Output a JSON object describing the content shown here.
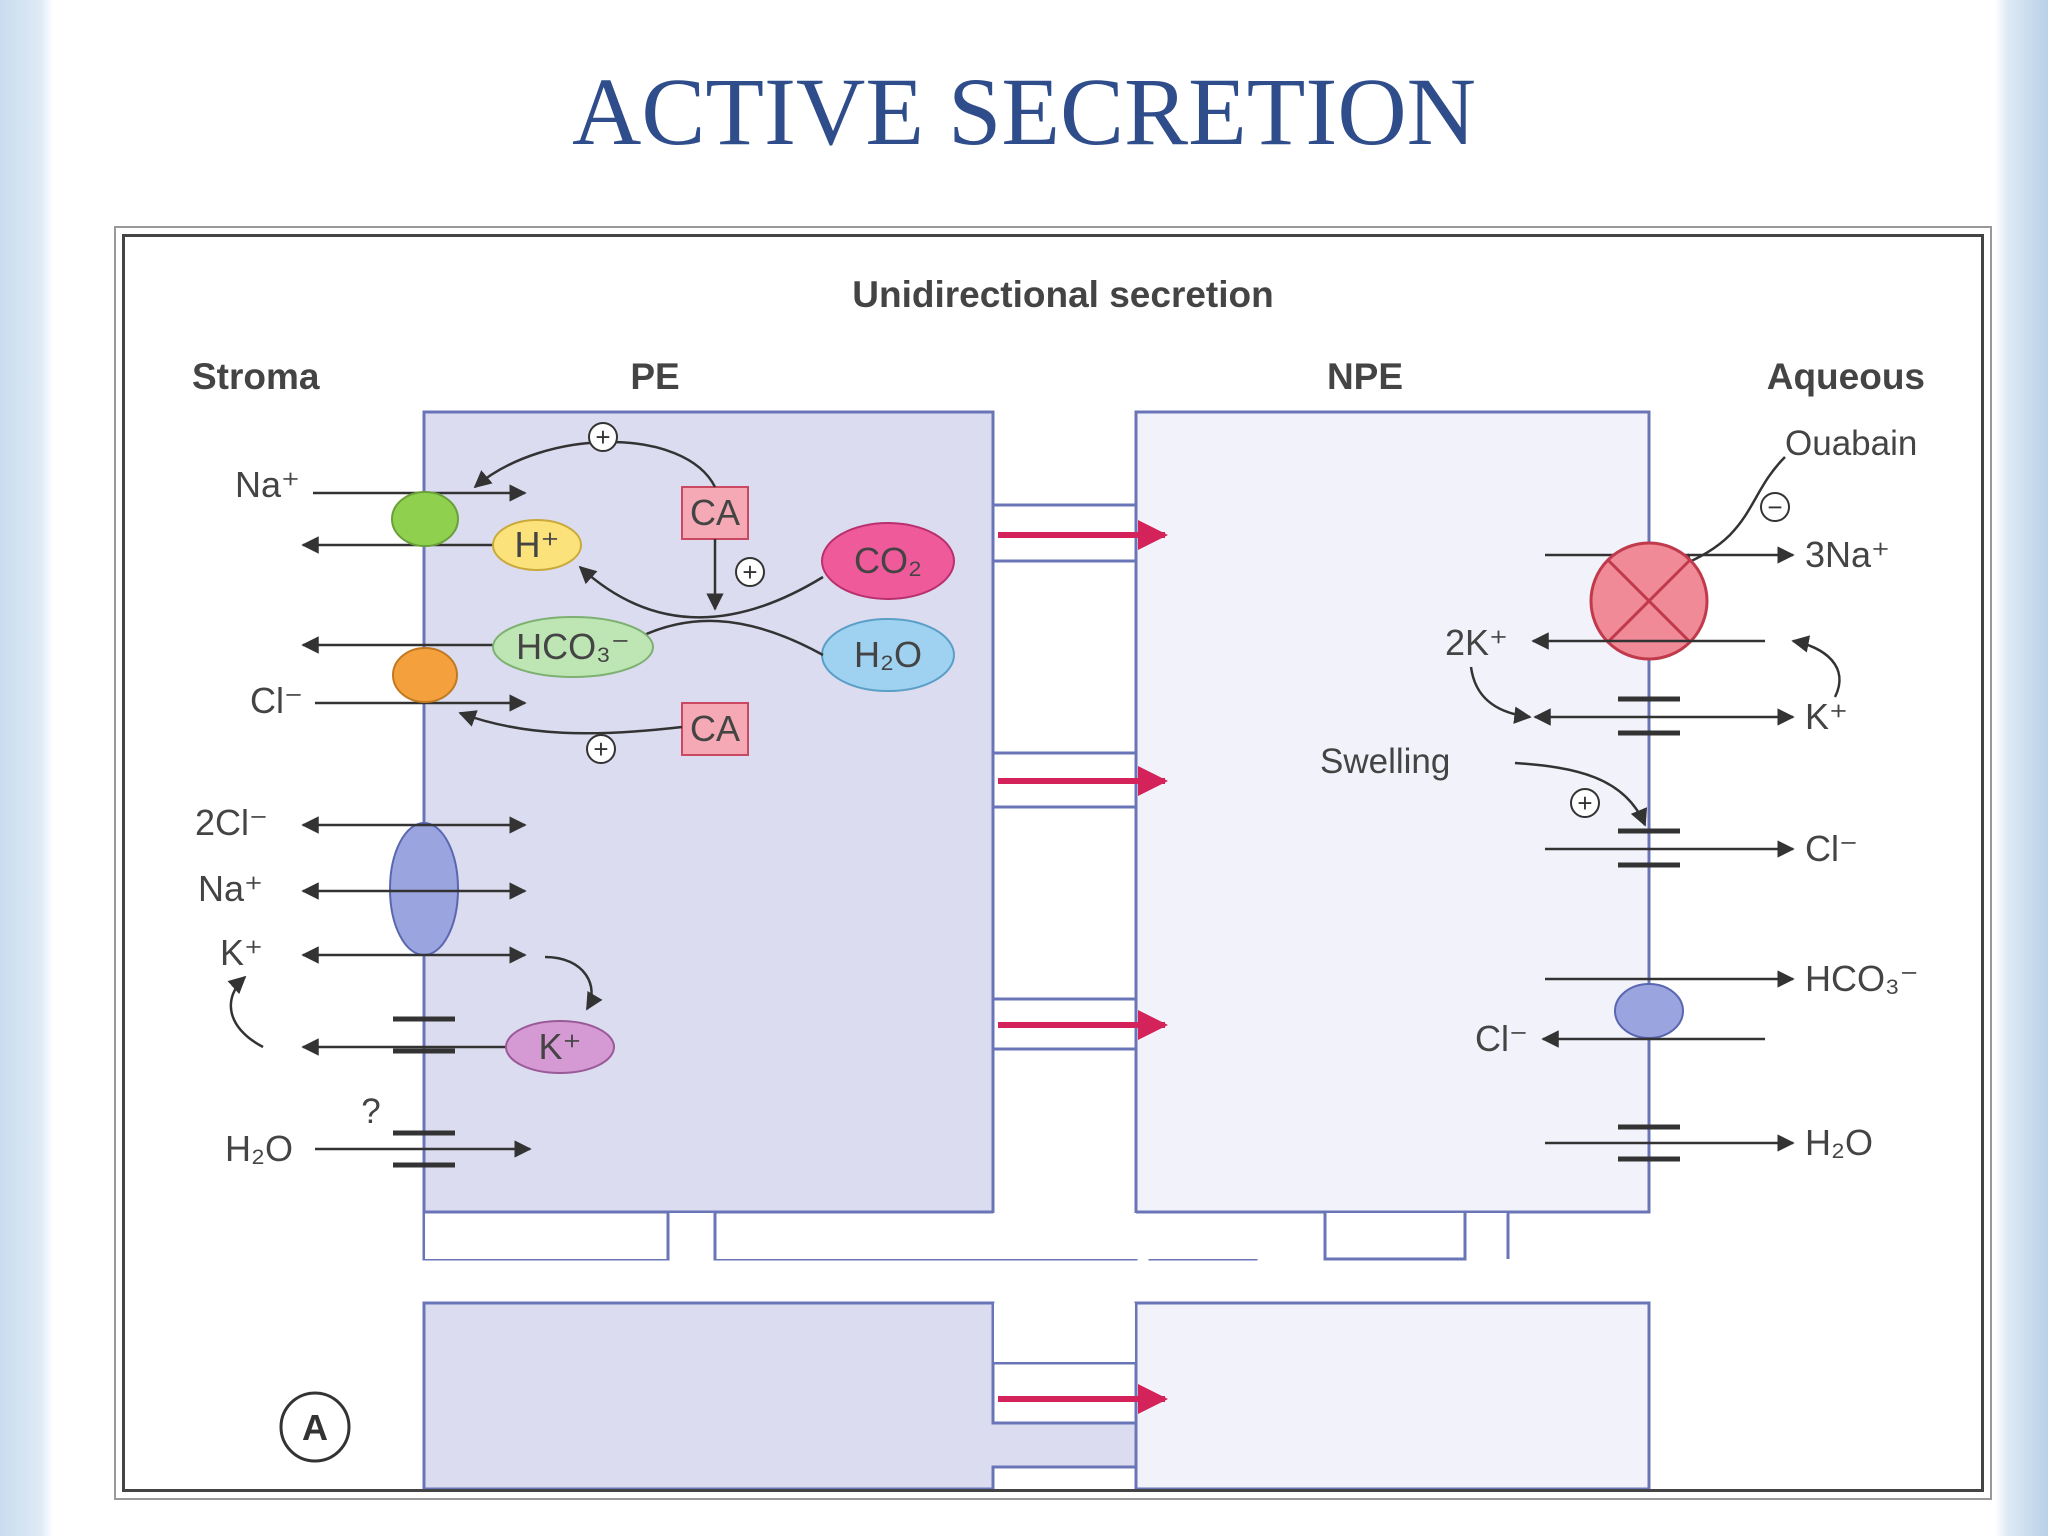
{
  "slide": {
    "title": "ACTIVE SECRETION"
  },
  "figure": {
    "title": "Unidirectional secretion",
    "panel_label": "A",
    "regions": {
      "stroma": "Stroma",
      "pe": "PE",
      "npe": "NPE",
      "aqueous": "Aqueous"
    },
    "pe_side": {
      "na_top": "Na⁺",
      "h": "H⁺",
      "hco3": "HCO₃⁻",
      "cl": "Cl⁻",
      "ca_top": "CA",
      "ca_bottom": "CA",
      "co2": "CO₂",
      "h2o_enzyme": "H₂O",
      "plus": "+",
      "cl2": "2Cl⁻",
      "na_cotransport": "Na⁺",
      "k_cotransport": "K⁺",
      "k_channel": "K⁺",
      "question": "?",
      "h2o": "H₂O"
    },
    "npe_side": {
      "ouabain": "Ouabain",
      "minus": "−",
      "na3": "3Na⁺",
      "k2": "2K⁺",
      "k": "K⁺",
      "swelling": "Swelling",
      "plus": "+",
      "cl_channel": "Cl⁻",
      "hco3": "HCO₃⁻",
      "cl_exchange": "Cl⁻",
      "h2o": "H₂O"
    },
    "colors": {
      "pe_cell": "#dcdcf1",
      "npe_cell": "#f2f2fb",
      "cell_border": "#6a75b8",
      "flow_arrow": "#d4235a",
      "green_transporter": "#8fd14f",
      "orange_transporter": "#f4a03c",
      "blue_transporter": "#9aa5e0",
      "h_ion": "#fbe27a",
      "hco3_ion": "#bde6b4",
      "co2": "#ee5a9a",
      "h2o": "#9fd2f0",
      "k_ion": "#d59ad4",
      "ca_box": "#f4a9b4",
      "pump": "#f08a96"
    }
  }
}
